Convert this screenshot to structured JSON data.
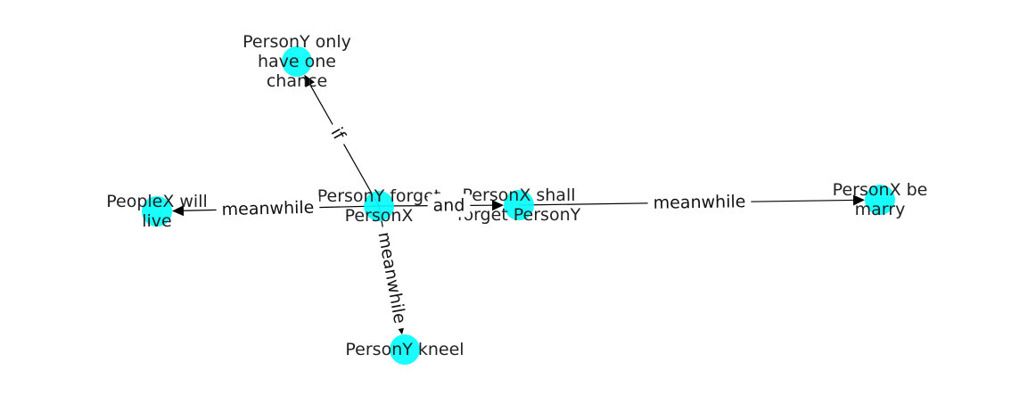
{
  "colors": {
    "node": "#00ffff",
    "edge": "#000000",
    "text": "#222222"
  },
  "nodes": [
    {
      "id": "center",
      "label_lines": [
        "PersonY forget",
        "PersonX"
      ]
    },
    {
      "id": "top",
      "label_lines": [
        "PersonY only",
        "have one",
        "chance"
      ]
    },
    {
      "id": "left",
      "label_lines": [
        "PeopleX will",
        "live"
      ]
    },
    {
      "id": "mid",
      "label_lines": [
        "PersonX shall",
        "forget PersonY"
      ]
    },
    {
      "id": "right",
      "label_lines": [
        "PersonX be",
        "marry"
      ]
    },
    {
      "id": "bottom",
      "label_lines": [
        "PersonY kneel"
      ]
    }
  ],
  "edges": [
    {
      "from": "center",
      "to": "top",
      "label": "if"
    },
    {
      "from": "center",
      "to": "left",
      "label": "meanwhile"
    },
    {
      "from": "center",
      "to": "mid",
      "label": "and"
    },
    {
      "from": "mid",
      "to": "right",
      "label": "meanwhile"
    },
    {
      "from": "center",
      "to": "bottom",
      "label": "meanwhile"
    }
  ]
}
